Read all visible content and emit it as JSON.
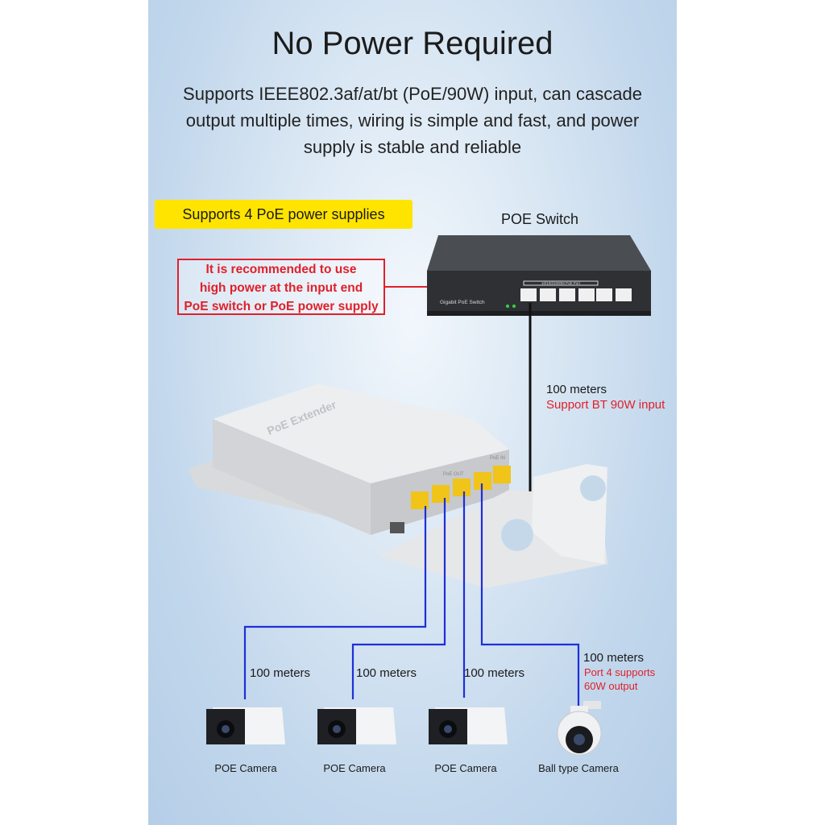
{
  "title": "No Power Required",
  "subtitle": "Supports IEEE802.3af/at/bt (PoE/90W) input, can cascade output multiple times, wiring is simple and fast, and power supply is stable and reliable",
  "badge": "Supports 4 PoE power supplies",
  "switch": {
    "label": "POE Switch",
    "brand": "Gigabit PoE Switch",
    "ports_label": "10/100/1000M PoE Port"
  },
  "recommendation": {
    "line1": "It is recommended to use",
    "line2": "high power at the input end",
    "line3": "PoE switch or PoE power supply"
  },
  "uplink": {
    "distance": "100 meters",
    "note": "Support BT 90W input"
  },
  "extender": {
    "label": "PoE Extender",
    "out_label": "PoE OUT",
    "in_label": "PoE IN"
  },
  "devices": [
    {
      "name": "POE Camera",
      "distance": "100 meters"
    },
    {
      "name": "POE Camera",
      "distance": "100 meters"
    },
    {
      "name": "POE Camera",
      "distance": "100 meters"
    },
    {
      "name": "Ball type Camera",
      "distance": "100 meters",
      "note1": "Port 4 supports",
      "note2": "60W output"
    }
  ],
  "colors": {
    "accent_yellow": "#ffe400",
    "alert_red": "#e0202a",
    "cable_blue": "#1e2fd8",
    "cable_black": "#111111",
    "switch_body": "#3c3f44"
  }
}
